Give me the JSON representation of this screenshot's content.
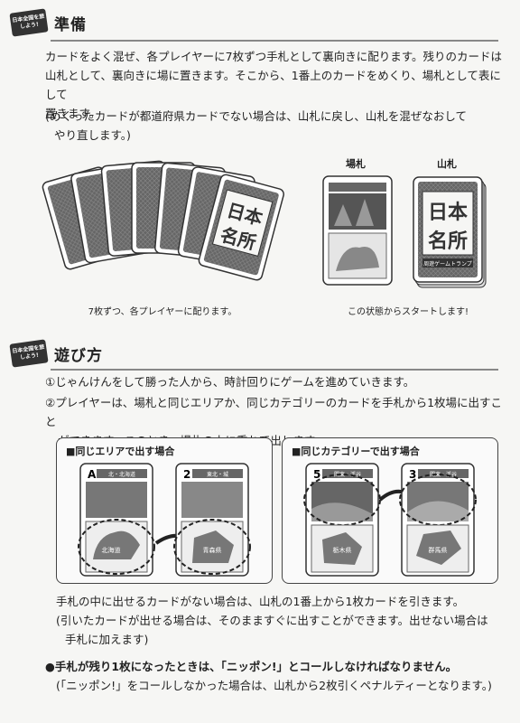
{
  "section1": {
    "badge": "日本全国を旅しよう!",
    "title": "準備",
    "p1_l1": "カードをよく混ぜ、各プレイヤーに7枚ずつ手札として裏向きに配ります。残りのカードは",
    "p1_l2": "山札として、裏向きに場に置きます。そこから、1番上のカードをめくり、場札として表にして",
    "p1_l3": "置きます。",
    "p2_l1": "(めくったカードが都道府県カードでない場合は、山札に戻し、山札を混ぜなおして",
    "p2_l2": "やり直します。)",
    "label_bafuda": "場札",
    "label_yamafuda": "山札",
    "card_logo1": "日本",
    "card_logo2": "名所",
    "card_sub": "周遊ゲームトランプ",
    "caption_left": "7枚ずつ、各プレイヤーに配ります。",
    "caption_right": "この状態からスタートします!"
  },
  "section2": {
    "badge": "日本全国を旅しよう!",
    "title": "遊び方",
    "rule1": "①じゃんけんをして勝った人から、時計回りにゲームを進めていきます。",
    "rule2_l1": "②プレイヤーは、場札と同じエリアか、同じカテゴリーのカードを手札から1枚場に出すこと",
    "rule2_l2": "ができます。このとき、場札の上に重ねて出します。",
    "box_left_title": "■同じエリアで出す場合",
    "box_right_title": "■同じカテゴリーで出す場合",
    "card_a_rank": "A",
    "card_b_rank": "2",
    "card_c_rank": "5",
    "card_d_rank": "3",
    "card_a_head": "北・北海道",
    "card_b_head": "東北・城",
    "card_c_head": "関東・渓谷",
    "card_d_head": "関東・渓谷",
    "card_a_place": "北海道",
    "card_b_place": "青森県",
    "card_c_place": "栃木県",
    "card_d_place": "群馬県",
    "p3_l1": "手札の中に出せるカードがない場合は、山札の1番上から1枚カードを引きます。",
    "p3_l2": "(引いたカードが出せる場合は、そのまますぐに出すことができます。出せない場合は",
    "p3_l3": "手札に加えます)",
    "p4_l1": "●手札が残り1枚になったときは、「ニッポン!」とコールしなければなりません。",
    "p4_l2": "(「ニッポン!」をコールしなかった場合は、山札から2枚引くペナルティーとなります。)"
  }
}
